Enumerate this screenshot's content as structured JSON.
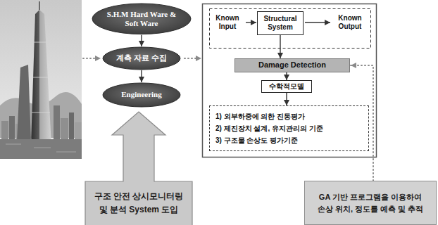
{
  "diagram": {
    "nodes": [
      {
        "text": [
          "S.H.M Hard Ware & Soft Ware"
        ]
      },
      {
        "text": [
          "계측 자료 수집"
        ]
      },
      {
        "text": [
          "Engineering"
        ]
      },
      {
        "text": [
          "Known Input"
        ]
      },
      {
        "text": [
          "Structural System"
        ]
      },
      {
        "text": [
          "Known Output"
        ]
      },
      {
        "text": [
          "Damage Detection"
        ]
      },
      {
        "text": [
          "수학적모델"
        ]
      },
      {
        "text": [
          "1) 외부하중에 의한 진동평가",
          "2) 제진장치 설계, 유지관리의 기준",
          "3) 구조물 손상도 평가기준"
        ]
      },
      {
        "text": [
          "구조 안전 상시모니터링 및 분석 System 도입"
        ]
      },
      {
        "text": [
          "GA 기반 프로그램을 이용하여 손상 위치, 정도를 예측 및 추적"
        ]
      }
    ],
    "edges": [
      {
        "from": 0,
        "to": 1,
        "arrow": "to"
      },
      {
        "from": 1,
        "to": 2,
        "arrow": "to"
      },
      {
        "from": 3,
        "to": 4,
        "arrow": "to"
      },
      {
        "from": 4,
        "to": 5,
        "arrow": "to"
      },
      {
        "from": 4,
        "to": 6,
        "arrow": "to"
      },
      {
        "from": 6,
        "to": 7,
        "arrow": "to"
      },
      {
        "from": 7,
        "to": 8,
        "arrow": "to"
      },
      {
        "from": 10,
        "to": 6,
        "arrow": "to"
      }
    ]
  }
}
